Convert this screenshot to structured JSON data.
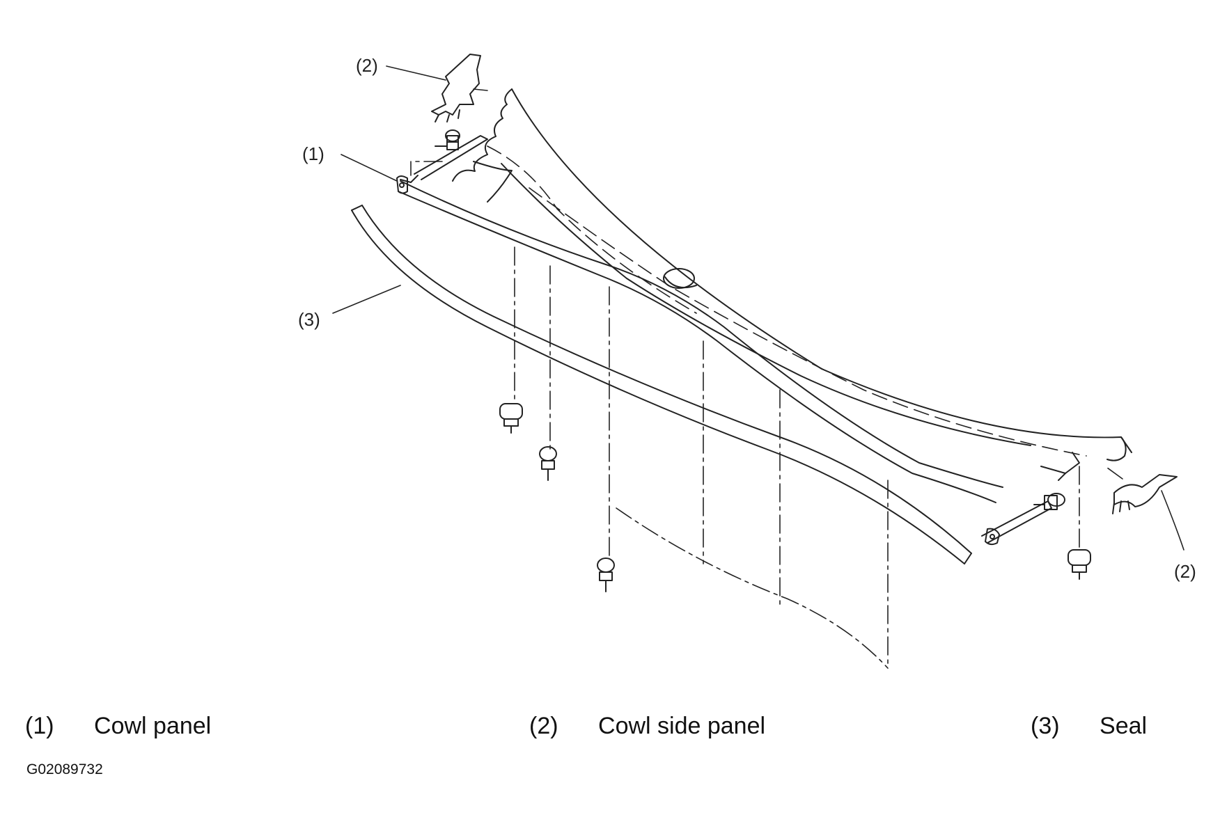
{
  "callouts": [
    {
      "id": "1",
      "text": "(1)"
    },
    {
      "id": "2a",
      "text": "(2)"
    },
    {
      "id": "2b",
      "text": "(2)"
    },
    {
      "id": "3",
      "text": "(3)"
    }
  ],
  "legend": [
    {
      "number": "(1)",
      "name": "Cowl panel"
    },
    {
      "number": "(2)",
      "name": "Cowl side panel"
    },
    {
      "number": "(3)",
      "name": "Seal"
    }
  ],
  "figure_id": "G02089732"
}
